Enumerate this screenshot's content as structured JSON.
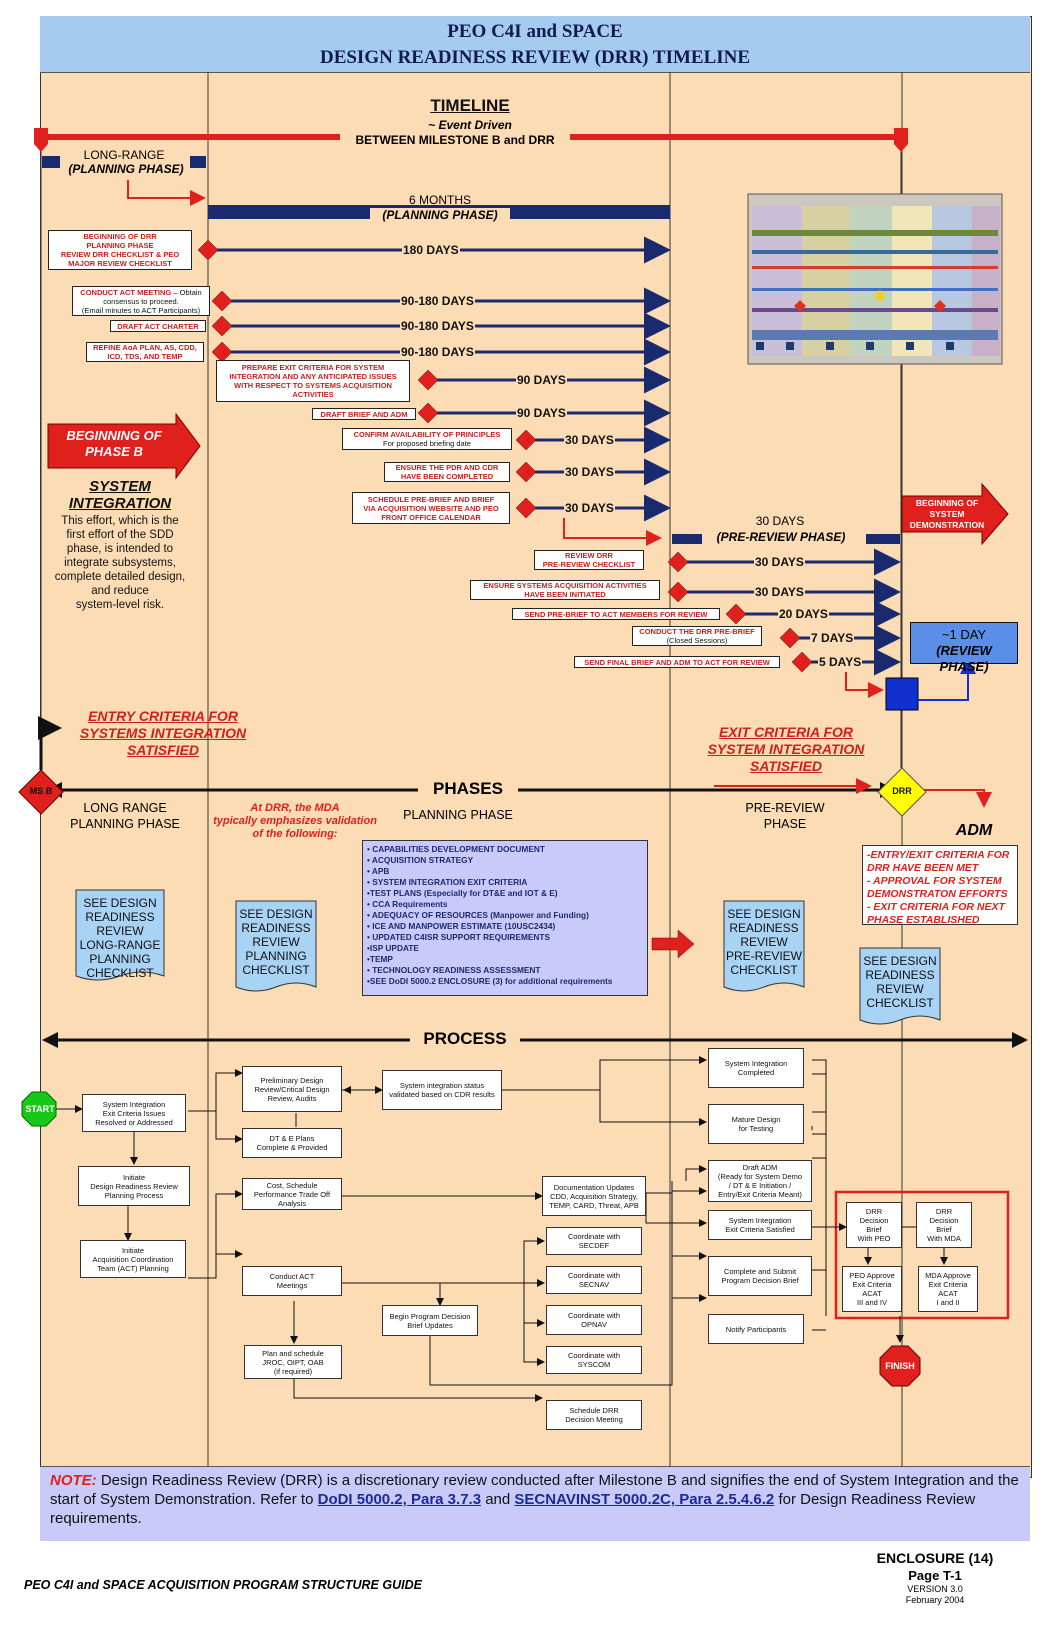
{
  "header": {
    "line1": "PEO C4I and SPACE",
    "line2": "DESIGN READINESS REVIEW (DRR) TIMELINE"
  },
  "timeline": {
    "title": "TIMELINE",
    "subtitle": "~ Event Driven",
    "between": "BETWEEN MILESTONE B and DRR",
    "long_range": "LONG-RANGE",
    "long_range_phase": "(PLANNING PHASE)",
    "six_months": "6 MONTHS",
    "six_months_phase": "(PLANNING  PHASE)",
    "thirty_days": "30 DAYS",
    "pre_review_phase": "(PRE-REVIEW PHASE)",
    "one_day": "~1 DAY",
    "review_phase": "(REVIEW PHASE)"
  },
  "activities": [
    {
      "label": "BEGINNING OF DRR\nPLANNING PHASE\nREVIEW DRR CHECKLIST & PEO\nMAJOR REVIEW CHECKLIST",
      "sub": "",
      "days": "180 DAYS"
    },
    {
      "label": "CONDUCT ACT MEETING",
      "sub": " – Obtain consensus to proceed.\n(Email minutes to ACT Participants)",
      "days": "90-180  DAYS"
    },
    {
      "label": "DRAFT ACT CHARTER",
      "sub": "",
      "days": "90-180  DAYS"
    },
    {
      "label": "REFINE  AoA PLAN, AS, CDD,\nICD, TDS, AND TEMP",
      "sub": "",
      "days": "90-180  DAYS"
    },
    {
      "label": "PREPARE EXIT CRITERIA FOR SYSTEM\nINTEGRATION AND ANY ANTICIPATED ISSUES\nWITH RESPECT TO SYSTEMS ACQUISITION\nACTIVITIES",
      "sub": "",
      "days": "90 DAYS"
    },
    {
      "label": "DRAFT BRIEF AND ADM",
      "sub": "",
      "days": "90 DAYS"
    },
    {
      "label": "CONFIRM AVAILABILITY OF PRINCIPLES",
      "sub": "\nFor proposed  briefing date",
      "days": "30 DAYS"
    },
    {
      "label": "ENSURE THE PDR AND CDR\nHAVE BEEN COMPLETED",
      "sub": "",
      "days": "30 DAYS"
    },
    {
      "label": "SCHEDULE PRE-BRIEF AND BRIEF\nVIA ACQUISITION WEBSITE AND PEO\nFRONT OFFICE CALENDAR",
      "sub": "",
      "days": "30 DAYS"
    },
    {
      "label": "REVIEW DRR\nPRE-REVIEW  CHECKLIST",
      "sub": "",
      "days": "30 DAYS"
    },
    {
      "label": "ENSURE SYSTEMS ACQUISITION ACTIVITIES\nHAVE BEEN INITIATED",
      "sub": "",
      "days": "30 DAYS"
    },
    {
      "label": "SEND PRE-BRIEF TO ACT MEMBERS FOR REVIEW",
      "sub": "",
      "days": "20 DAYS"
    },
    {
      "label": "CONDUCT THE DRR PRE-BRIEF",
      "sub": "\n(Closed Sessions)",
      "days": "7 DAYS"
    },
    {
      "label": "SEND FINAL BRIEF AND ADM TO ACT FOR REVIEW",
      "sub": "",
      "days": "5 DAYS"
    }
  ],
  "left": {
    "beginning_phase_b": "BEGINNING  OF\nPHASE B",
    "system_integration_title": "SYSTEM\nINTEGRATION",
    "system_integration_text": "This effort, which is the\nfirst effort of the SDD\nphase, is intended to\nintegrate subsystems,\ncomplete detailed design,\nand reduce\nsystem-level risk."
  },
  "right": {
    "beginning_system_demo": "BEGINNING OF\nSYSTEM\nDEMONSTRATION"
  },
  "criteria": {
    "entry": "ENTRY CRITERIA FOR\nSYSTEMS INTEGRATION\nSATISFIED",
    "exit": "EXIT CRITERIA FOR\nSYSTEM INTEGRATION\nSATISFIED"
  },
  "phases": {
    "title": "PHASES",
    "msb": "MS B",
    "drr": "DRR",
    "long_range_planning": "LONG RANGE\nPLANNING PHASE",
    "planning": "PLANNING PHASE",
    "pre_review": "PRE-REVIEW\nPHASE",
    "mda_note": "At DRR, the MDA\ntypically emphasizes validation\nof the following:",
    "adm_title": "ADM",
    "adm_items": "-ENTRY/EXIT CRITERIA FOR\nDRR HAVE BEEN MET\n- APPROVAL FOR SYSTEM\nDEMONSTRATON EFFORTS\n- EXIT CRITERIA FOR NEXT\nPHASE ESTABLISHED"
  },
  "validation_items": [
    "• CAPABILITIES DEVELOPMENT DOCUMENT",
    "• ACQUISITION STRATEGY",
    "• APB",
    "• SYSTEM INTEGRATION EXIT CRITERIA",
    "•TEST PLANS (Especially for DT&E and IOT & E)",
    "• CCA Requirements",
    "• ADEQUACY OF RESOURCES (Manpower and Funding)",
    "• ICE AND MANPOWER ESTIMATE (10USC2434)",
    "• UPDATED C4ISR SUPPORT REQUIREMENTS",
    "•ISP UPDATE",
    "•TEMP",
    "• TECHNOLOGY READINESS ASSESSMENT",
    "•SEE DoDI 5000.2 ENCLOSURE (3) for additional requirements"
  ],
  "checklists": {
    "long_range": "SEE DESIGN\nREADINESS\nREVIEW\nLONG-RANGE\nPLANNING\nCHECKLIST",
    "planning": "SEE DESIGN\nREADINESS\nREVIEW\nPLANNING\nCHECKLIST",
    "pre_review": "SEE DESIGN\nREADINESS\nREVIEW\nPRE-REVIEW\nCHECKLIST",
    "review": "SEE DESIGN\nREADINESS\nREVIEW\nCHECKLIST"
  },
  "process": {
    "title": "PROCESS",
    "start": "START",
    "finish": "FINISH",
    "boxes": {
      "b1": "System Integration\nExit Criteria Issues\nResolved or Addressed",
      "b2": "Initiate\nDesign Readiness  Review\nPlanning  Process",
      "b3": "Initiate\nAcquisition Coordination\nTeam (ACT) Planning",
      "b4": "Preliminary Design\nReview/Critical Design\nReview, Audits",
      "b5": "DT & E Plans\nComplete & Provided",
      "b6": "Cost, Schedule\nPerformance Trade Off\nAnalysis",
      "b7": "Conduct ACT\nMeetings",
      "b8": "Plan and schedule\nJROC, OIPT, OAB\n(if required)",
      "b9": "System integration status\nvalidated  based on CDR results",
      "b10": "Begin Program Decision\nBrief Updates",
      "b11": "Documentation Updates\nCDD, Acquisition Strategy,\nTEMP, CARD, Threat, APB",
      "b12": "Coordinate  with\nSECDEF",
      "b13": "Coordinate  with\nSECNAV",
      "b14": "Coordinate  with\nOPNAV",
      "b15": "Coordinate  with\nSYSCOM",
      "b16": "Schedule  DRR\nDecision Meeting",
      "b17": "System Integration\nCompleted",
      "b18": "Mature Design\nfor Testing",
      "b19": "Draft ADM\n(Ready for System Demo\n/ DT & E Initiation /\nEntry/Exit Criteria Meant)",
      "b20": "System Integration\nExit Criteria Satisfied",
      "b21": "Complete and Submit\nProgram Decision Brief",
      "b22": "Notify Participants",
      "b23": "DRR\nDecision\nBrief\nWith PEO",
      "b24": "DRR\nDecision\nBrief\nWith MDA",
      "b25": "PEO Approve\nExit Criteria\nACAT\nIII and IV",
      "b26": "MDA Approve\nExit Criteria\nACAT\nI and II"
    }
  },
  "note": {
    "label": "NOTE:",
    "text1": " Design Readiness Review (DRR) is a  discretionary review conducted after Milestone B and signifies the end of System Integration and the start of System Demonstration.  Refer to ",
    "link1": "DoDI 5000.2, Para 3.7.3",
    "text2": " and ",
    "link2": "SECNAVINST 5000.2C, Para 2.5.4.6.2",
    "text3": "  for Design Readiness Review requirements."
  },
  "footer": {
    "guide": "PEO C4I and SPACE ACQUISITION PROGRAM STRUCTURE GUIDE",
    "enclosure": "ENCLOSURE (14)",
    "page": "Page T-1",
    "version": "VERSION 3.0",
    "date": "February 2004"
  },
  "colors": {
    "background": "#fcdcb4",
    "header": "#a5cbee",
    "accent_red": "#e0201c",
    "timeline_blue": "#1a2a6e",
    "doc_blue": "#a9d3f5",
    "validation_box": "#cacafa"
  }
}
